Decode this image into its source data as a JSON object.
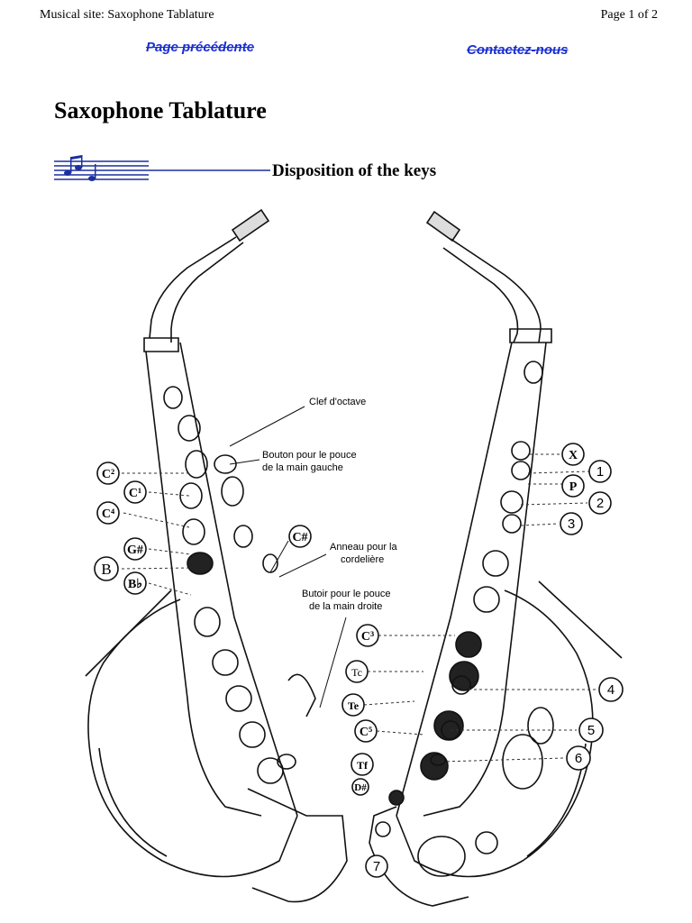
{
  "header": {
    "site": "Musical site: Saxophone Tablature",
    "page": "Page 1 of 2"
  },
  "nav": {
    "previous": "Page précédente",
    "contact": "Contactez-nous"
  },
  "page_title": "Saxophone Tablature",
  "section_title": "Disposition of the keys",
  "annotations": {
    "octave_key": "Clef d'octave",
    "thumb_left_1": "Bouton pour le pouce",
    "thumb_left_2": "de la main gauche",
    "ring_1": "Anneau pour la",
    "ring_2": "cordelière",
    "thumb_right_1": "Butoir pour le pouce",
    "thumb_right_2": "de la main droite"
  },
  "left_keys": {
    "c2": "C²",
    "c1": "C¹",
    "c4": "C⁴",
    "gsharp": "G#",
    "b": "B",
    "bflat": "B♭",
    "csharp": "C#"
  },
  "right_keys": {
    "x": "X",
    "k1": "1",
    "p": "P",
    "k2": "2",
    "k3": "3",
    "c3": "C³",
    "tc": "Tc",
    "te": "Te",
    "c5": "C⁵",
    "tf": "Tf",
    "dsharp": "D#",
    "k4": "4",
    "k5": "5",
    "k6": "6",
    "k7": "7"
  }
}
